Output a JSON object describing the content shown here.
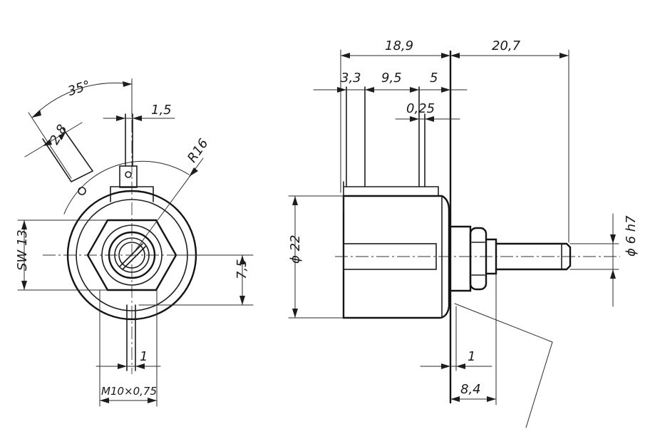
{
  "drawing": {
    "front_view": {
      "angle": "35°",
      "lug_offset": "2,8",
      "terminal_width": "1,5",
      "radius": "R16",
      "across_flats": "SW 13",
      "offset": "7,5",
      "pin_width": "1",
      "thread": "M10×0,75"
    },
    "side_view": {
      "total_body": "18,9",
      "shaft_length": "20,7",
      "terminal_pos_1": "3,3",
      "terminal_pos_2": "9,5",
      "terminal_pos_3": "5",
      "terminal_gap": "0,25",
      "body_diameter": "ϕ 22",
      "shaft_diameter": "ϕ 6 h7",
      "pin_width": "1",
      "bushing_length": "8,4"
    }
  }
}
